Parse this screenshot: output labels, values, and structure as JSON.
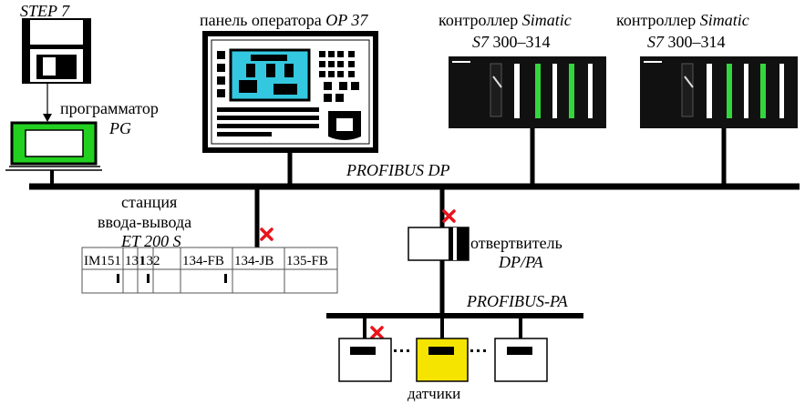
{
  "labels": {
    "step7": "STEP 7",
    "programmer": "программатор",
    "pg": "PG",
    "panel_prefix": "панель оператора",
    "panel_model": "OP 37",
    "controller_prefix": "контроллер",
    "controller_brand": "Simatic",
    "controller_model_s7": "S7",
    "controller_model_num": "300–314",
    "profibus_dp": "PROFIBUS DP",
    "station_line1": "станция",
    "station_line2": "ввода-вывода",
    "station_line3": "ET 200 S",
    "coupler_line1": "отвертвитель",
    "coupler_line2": "DP/PA",
    "profibus_pa": "PROFIBUS-PA",
    "sensors": "датчики"
  },
  "io_modules": [
    "IM151",
    "131",
    "132",
    "134-FB",
    "134-JB",
    "135-FB"
  ],
  "colors": {
    "line": "#000000",
    "fault_mark": "#e8141c",
    "pg_screen": "#22d11f",
    "panel_screen": "#33c8e0",
    "sensor_highlight": "#f5e400",
    "controller_led": "#33d63c"
  }
}
